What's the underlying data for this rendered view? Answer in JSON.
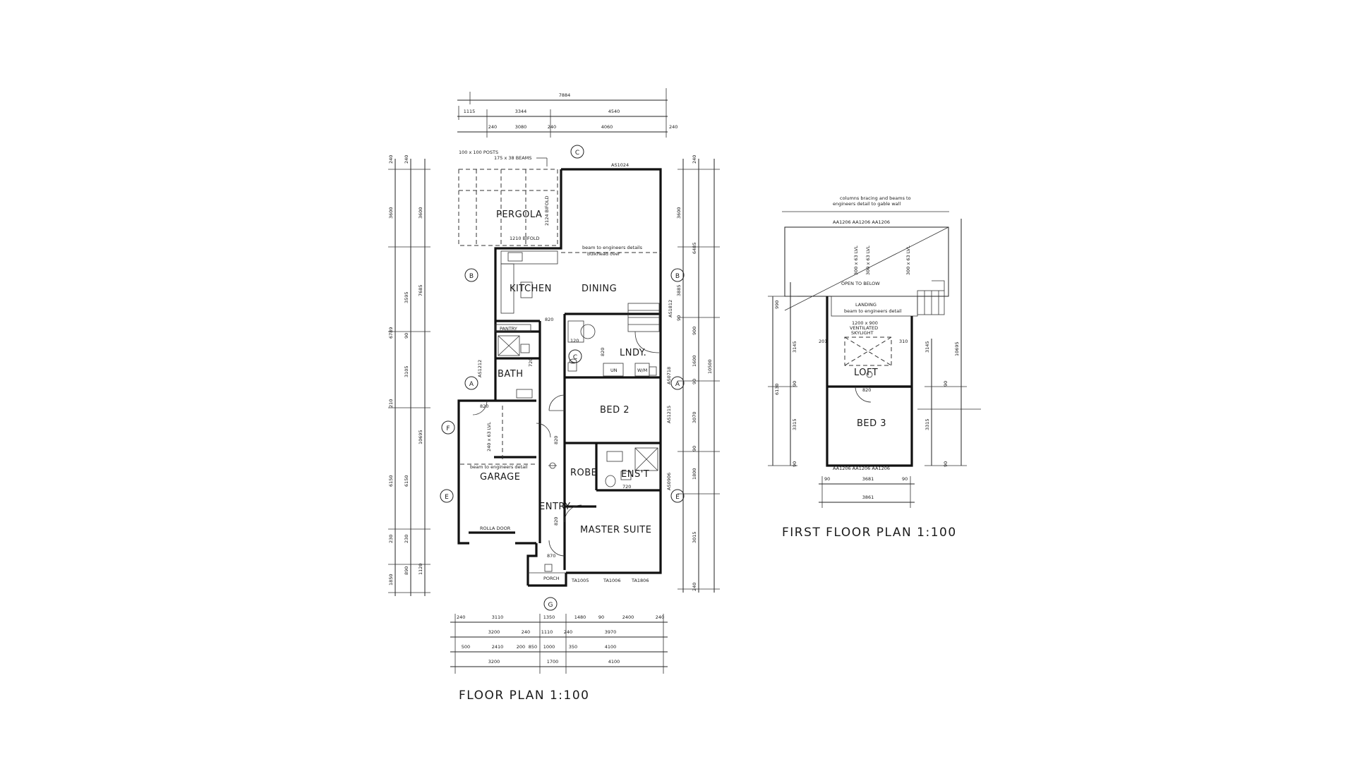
{
  "titles": {
    "ground": "FLOOR PLAN 1:100",
    "first": "FIRST FLOOR PLAN 1:100"
  },
  "rooms": {
    "pergola": "PERGOLA",
    "kitchen": "KITCHEN",
    "dining": "DINING",
    "bath": "BATH",
    "lndy": "LNDY.",
    "bed2": "BED 2",
    "garage": "GARAGE",
    "robe": "ROBE",
    "ensuite": "ENS'T",
    "entry": "ENTRY",
    "master": "MASTER SUITE",
    "porch": "PORCH",
    "pantry": "PANTRY",
    "loft": "LOFT",
    "bed3": "BED 3",
    "landing": "LANDING",
    "open_below": "OPEN TO BELOW"
  },
  "fixtures": {
    "un": "UN",
    "wm": "W/M"
  },
  "notes": {
    "posts": "100 x 100 POSTS",
    "beams": "175 x 38 BEAMS",
    "bifold_a": "2124 BIFOLD",
    "bifold_b": "1210 BIFOLD",
    "beam_eng": "beam to engineers details",
    "bulkhead": "bulkhead over",
    "lvl_garage": "240 x 63 LVL",
    "beam_eng_garage": "beam to engineers detail",
    "rollerdoor": "ROLLA DOOR",
    "columns": "columns bracing and beams to",
    "engineers_gable": "engineers detail to gable wall",
    "lvl1": "300 x 63 LVL",
    "lvl2": "300 x 63 LVL",
    "lvl3": "300 x 63 LVL",
    "beam_eng_landing": "beam to engineers detail",
    "skylight_size": "1200 x 900",
    "skylight_a": "VENTILATED",
    "skylight_b": "SKYLIGHT"
  },
  "windows": {
    "top": "AS1024",
    "right_b": "AS1812",
    "left_a": "AS1212",
    "right_lndy": "AS0718",
    "right_bed2": "AS1215",
    "right_ens": "AS0906",
    "bottom_a": "TA1005",
    "bottom_b": "TA1006",
    "bottom_c": "TA1806",
    "first_top": "AA1206 AA1206 AA1206",
    "first_bottom": "AA1206 AA1206 AA1206"
  },
  "markers": {
    "b": "B",
    "c": "C",
    "a": "A",
    "f": "F",
    "e": "E",
    "g": "G"
  },
  "door_sizes": {
    "d1": "820",
    "d2": "720",
    "d3": "820",
    "d4": "820",
    "d5": "820",
    "d6": "870",
    "d7": "720",
    "d8": "120",
    "d9": "820"
  },
  "dimensions": {
    "top": [
      "7884",
      "1115",
      "3344",
      "4540",
      "240",
      "3080",
      "240",
      "4060",
      "240"
    ],
    "left_outer": [
      "240",
      "3600",
      "240",
      "3595",
      "6789",
      "90",
      "3105",
      "210",
      "6150",
      "10695",
      "230",
      "1850"
    ],
    "left_inner": [
      "3600",
      "7685",
      "6150",
      "230",
      "890",
      "1120"
    ],
    "right_outer": [
      "240",
      "3600",
      "6485",
      "3885",
      "90",
      "900",
      "1600",
      "90",
      "3070",
      "90",
      "1800",
      "3015",
      "240"
    ],
    "right_total": [
      "10500"
    ],
    "bottom_r1": [
      "240",
      "3110",
      "1350",
      "1480",
      "90",
      "2400",
      "240"
    ],
    "bottom_r2": [
      "3200",
      "240",
      "1110",
      "240",
      "3970"
    ],
    "bottom_r3": [
      "500",
      "2410",
      "200",
      "850",
      "1000",
      "350",
      "4100"
    ],
    "bottom_r4": [
      "3200",
      "1700",
      "4100"
    ],
    "first_left": [
      "990",
      "3145",
      "6130",
      "90",
      "3315",
      "90"
    ],
    "first_right": [
      "3145",
      "90",
      "3315",
      "90",
      "10695"
    ],
    "first_bottom": [
      "90",
      "3681",
      "90",
      "3861"
    ],
    "first_misc": [
      "201",
      "310",
      "820"
    ]
  }
}
